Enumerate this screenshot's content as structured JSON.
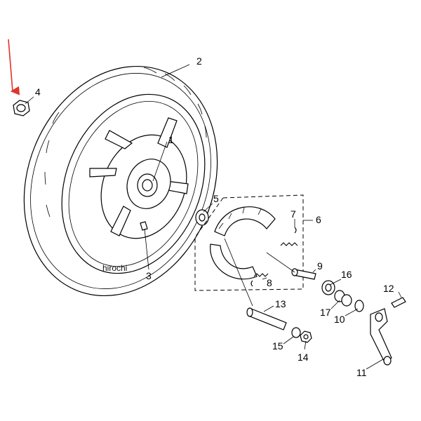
{
  "diagram": {
    "callouts": [
      "1",
      "2",
      "3",
      "4",
      "5",
      "6",
      "7",
      "8",
      "9",
      "10",
      "11",
      "12",
      "13",
      "14",
      "15",
      "16",
      "17"
    ],
    "watermark": "hirochi",
    "colors": {
      "line": "#000000",
      "arrow": "#e0332b",
      "background": "#ffffff"
    }
  }
}
